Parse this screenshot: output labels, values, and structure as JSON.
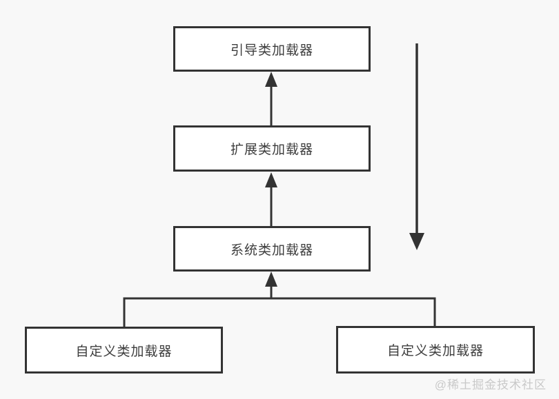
{
  "diagram": {
    "type": "flowchart",
    "nodes": [
      {
        "id": "bootstrap",
        "label": "引导类加载器"
      },
      {
        "id": "extension",
        "label": "扩展类加载器"
      },
      {
        "id": "system",
        "label": "系统类加载器"
      },
      {
        "id": "custom-left",
        "label": "自定义类加载器"
      },
      {
        "id": "custom-right",
        "label": "自定义类加载器"
      }
    ],
    "edges": [
      {
        "from": "extension",
        "to": "bootstrap",
        "arrow": "up"
      },
      {
        "from": "system",
        "to": "extension",
        "arrow": "up"
      },
      {
        "from": "custom-left",
        "to": "system",
        "arrow": "up"
      },
      {
        "from": "custom-right",
        "to": "system",
        "arrow": "up"
      }
    ],
    "side_arrow": {
      "position": "right",
      "direction": "down"
    },
    "colors": {
      "background": "#f8f8f8",
      "node_fill": "#ffffff",
      "stroke": "#333333",
      "text": "#3d3d3d",
      "watermark": "#c9c9c9"
    }
  },
  "watermark": {
    "text": "@稀土掘金技术社区"
  }
}
